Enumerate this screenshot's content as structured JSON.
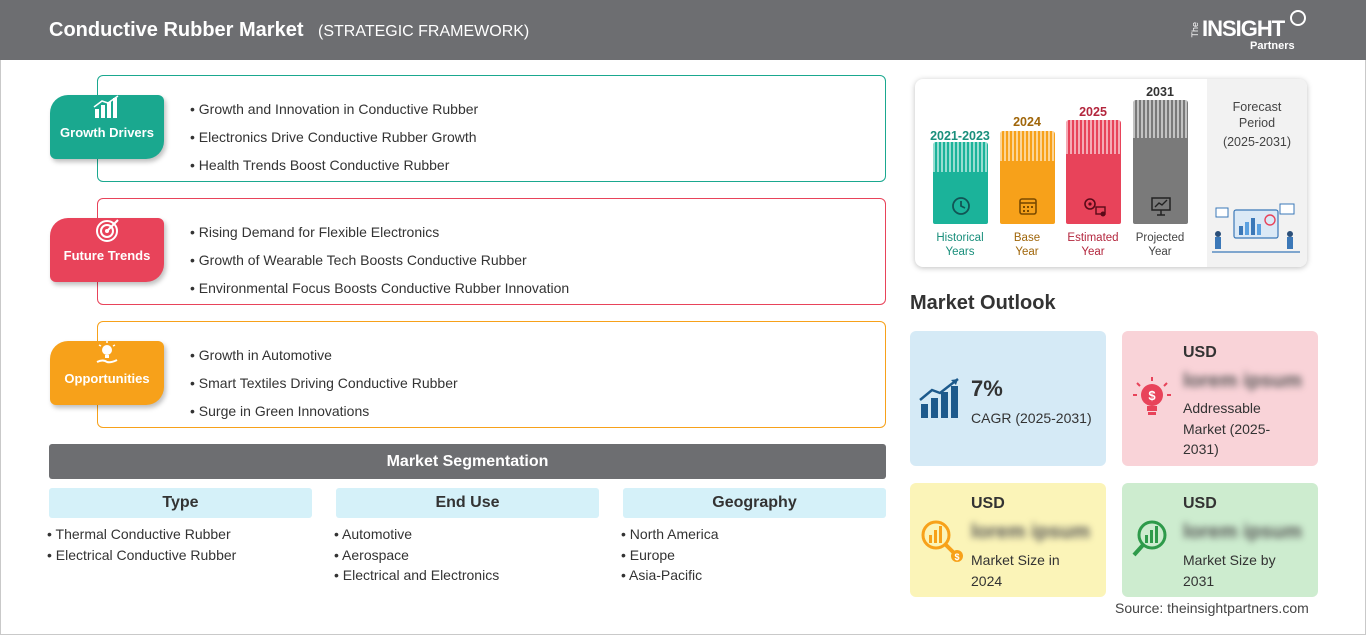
{
  "header": {
    "title": "Conductive Rubber Market",
    "subtitle": "(STRATEGIC FRAMEWORK)",
    "logo_the": "The",
    "logo_insight": "INSIGHT",
    "logo_partners": "Partners"
  },
  "framework": {
    "growth_drivers": {
      "label": "Growth Drivers",
      "icon": "bar-chart-growth-icon",
      "color": "#1aa88f",
      "items": [
        "Growth and Innovation in Conductive Rubber",
        "Electronics Drive Conductive Rubber Growth",
        "Health Trends Boost Conductive Rubber"
      ]
    },
    "future_trends": {
      "label": "Future Trends",
      "icon": "target-icon",
      "color": "#e8435a",
      "items": [
        "Rising Demand for Flexible Electronics",
        "Growth of Wearable Tech Boosts Conductive Rubber",
        "Environmental Focus Boosts Conductive Rubber Innovation"
      ]
    },
    "opportunities": {
      "label": "Opportunities",
      "icon": "lightbulb-hand-icon",
      "color": "#f7a11a",
      "items": [
        "Growth in Automotive",
        "Smart Textiles Driving Conductive Rubber",
        "Surge in Green Innovations"
      ]
    }
  },
  "segmentation": {
    "title": "Market Segmentation",
    "columns": [
      {
        "heading": "Type",
        "items": [
          "Thermal Conductive Rubber",
          "Electrical Conductive Rubber"
        ]
      },
      {
        "heading": "End Use",
        "items": [
          "Automotive",
          "Aerospace",
          "Electrical and Electronics"
        ]
      },
      {
        "heading": "Geography",
        "items": [
          "North America",
          "Europe",
          "Asia-Pacific"
        ]
      }
    ]
  },
  "timeline": {
    "bars": [
      {
        "year": "2021-2023",
        "label_line1": "Historical",
        "label_line2": "Years",
        "color": "#1bb39a",
        "text_color": "#1a8f7c",
        "icon": "history-clock-icon"
      },
      {
        "year": "2024",
        "label_line1": "Base",
        "label_line2": "Year",
        "color": "#f7a11a",
        "text_color": "#a0660a",
        "icon": "calendar-icon"
      },
      {
        "year": "2025",
        "label_line1": "Estimated",
        "label_line2": "Year",
        "color": "#e8435a",
        "text_color": "#b3263d",
        "icon": "estimate-gears-icon"
      },
      {
        "year": "2031",
        "label_line1": "Projected",
        "label_line2": "Year",
        "color": "#7a7a7a",
        "text_color": "#444444",
        "icon": "presentation-board-icon"
      }
    ],
    "forecast_line1": "Forecast",
    "forecast_line2": "Period",
    "forecast_line3": "(2025-2031)"
  },
  "outlook": {
    "title": "Market Outlook",
    "cagr": {
      "value": "7%",
      "label": "CAGR (2025-2031)",
      "bg": "#d5eaf6",
      "icon": "growth-bars-icon"
    },
    "addressable": {
      "currency": "USD",
      "value": "lorem ipsum",
      "label": "Addressable Market (2025-2031)",
      "bg": "#f9d3d8",
      "icon": "lightbulb-dollar-icon"
    },
    "size_2024": {
      "currency": "USD",
      "value": "lorem ipsum",
      "label": "Market Size in 2024",
      "bg": "#fbf4b8",
      "icon": "magnifier-dollar-icon"
    },
    "size_2031": {
      "currency": "USD",
      "value": "lorem ipsum",
      "label": "Market Size by 2031",
      "bg": "#cdeccf",
      "icon": "magnifier-chart-icon"
    }
  },
  "source": "Source: theinsightpartners.com"
}
